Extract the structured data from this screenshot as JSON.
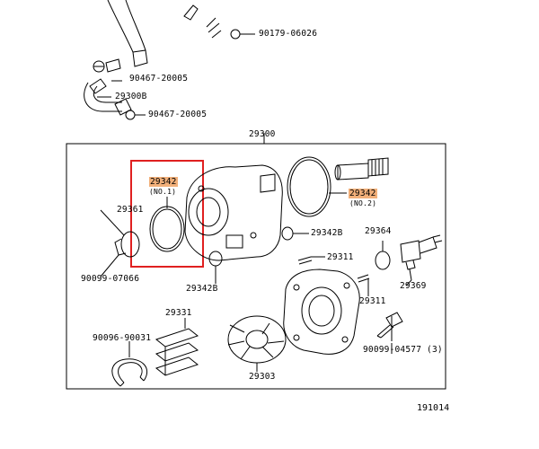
{
  "diagram": {
    "top_code": "90179-06026",
    "labels": {
      "p90467_a": "90467-20005",
      "p29300b": "29300B",
      "p90467_b": "90467-20005",
      "p29300": "29300",
      "p29342_1": "29342",
      "no1": "(NO.1)",
      "p29342_2": "29342",
      "no2": "(NO.2)",
      "p29361": "29361",
      "p29342b_a": "29342B",
      "p29364": "29364",
      "p29311_a": "29311",
      "p90099_07066": "90099-07066",
      "p29342b_b": "29342B",
      "p29369": "29369",
      "p29311_b": "29311",
      "p29331": "29331",
      "p90096": "90096-90031",
      "p90099_04577": "90099-04577 (3)",
      "p29303": "29303"
    },
    "catalog_number": "191014",
    "colors": {
      "highlight_box": "#e02020",
      "label_highlight": "#f2b07a",
      "line": "#000000"
    }
  }
}
